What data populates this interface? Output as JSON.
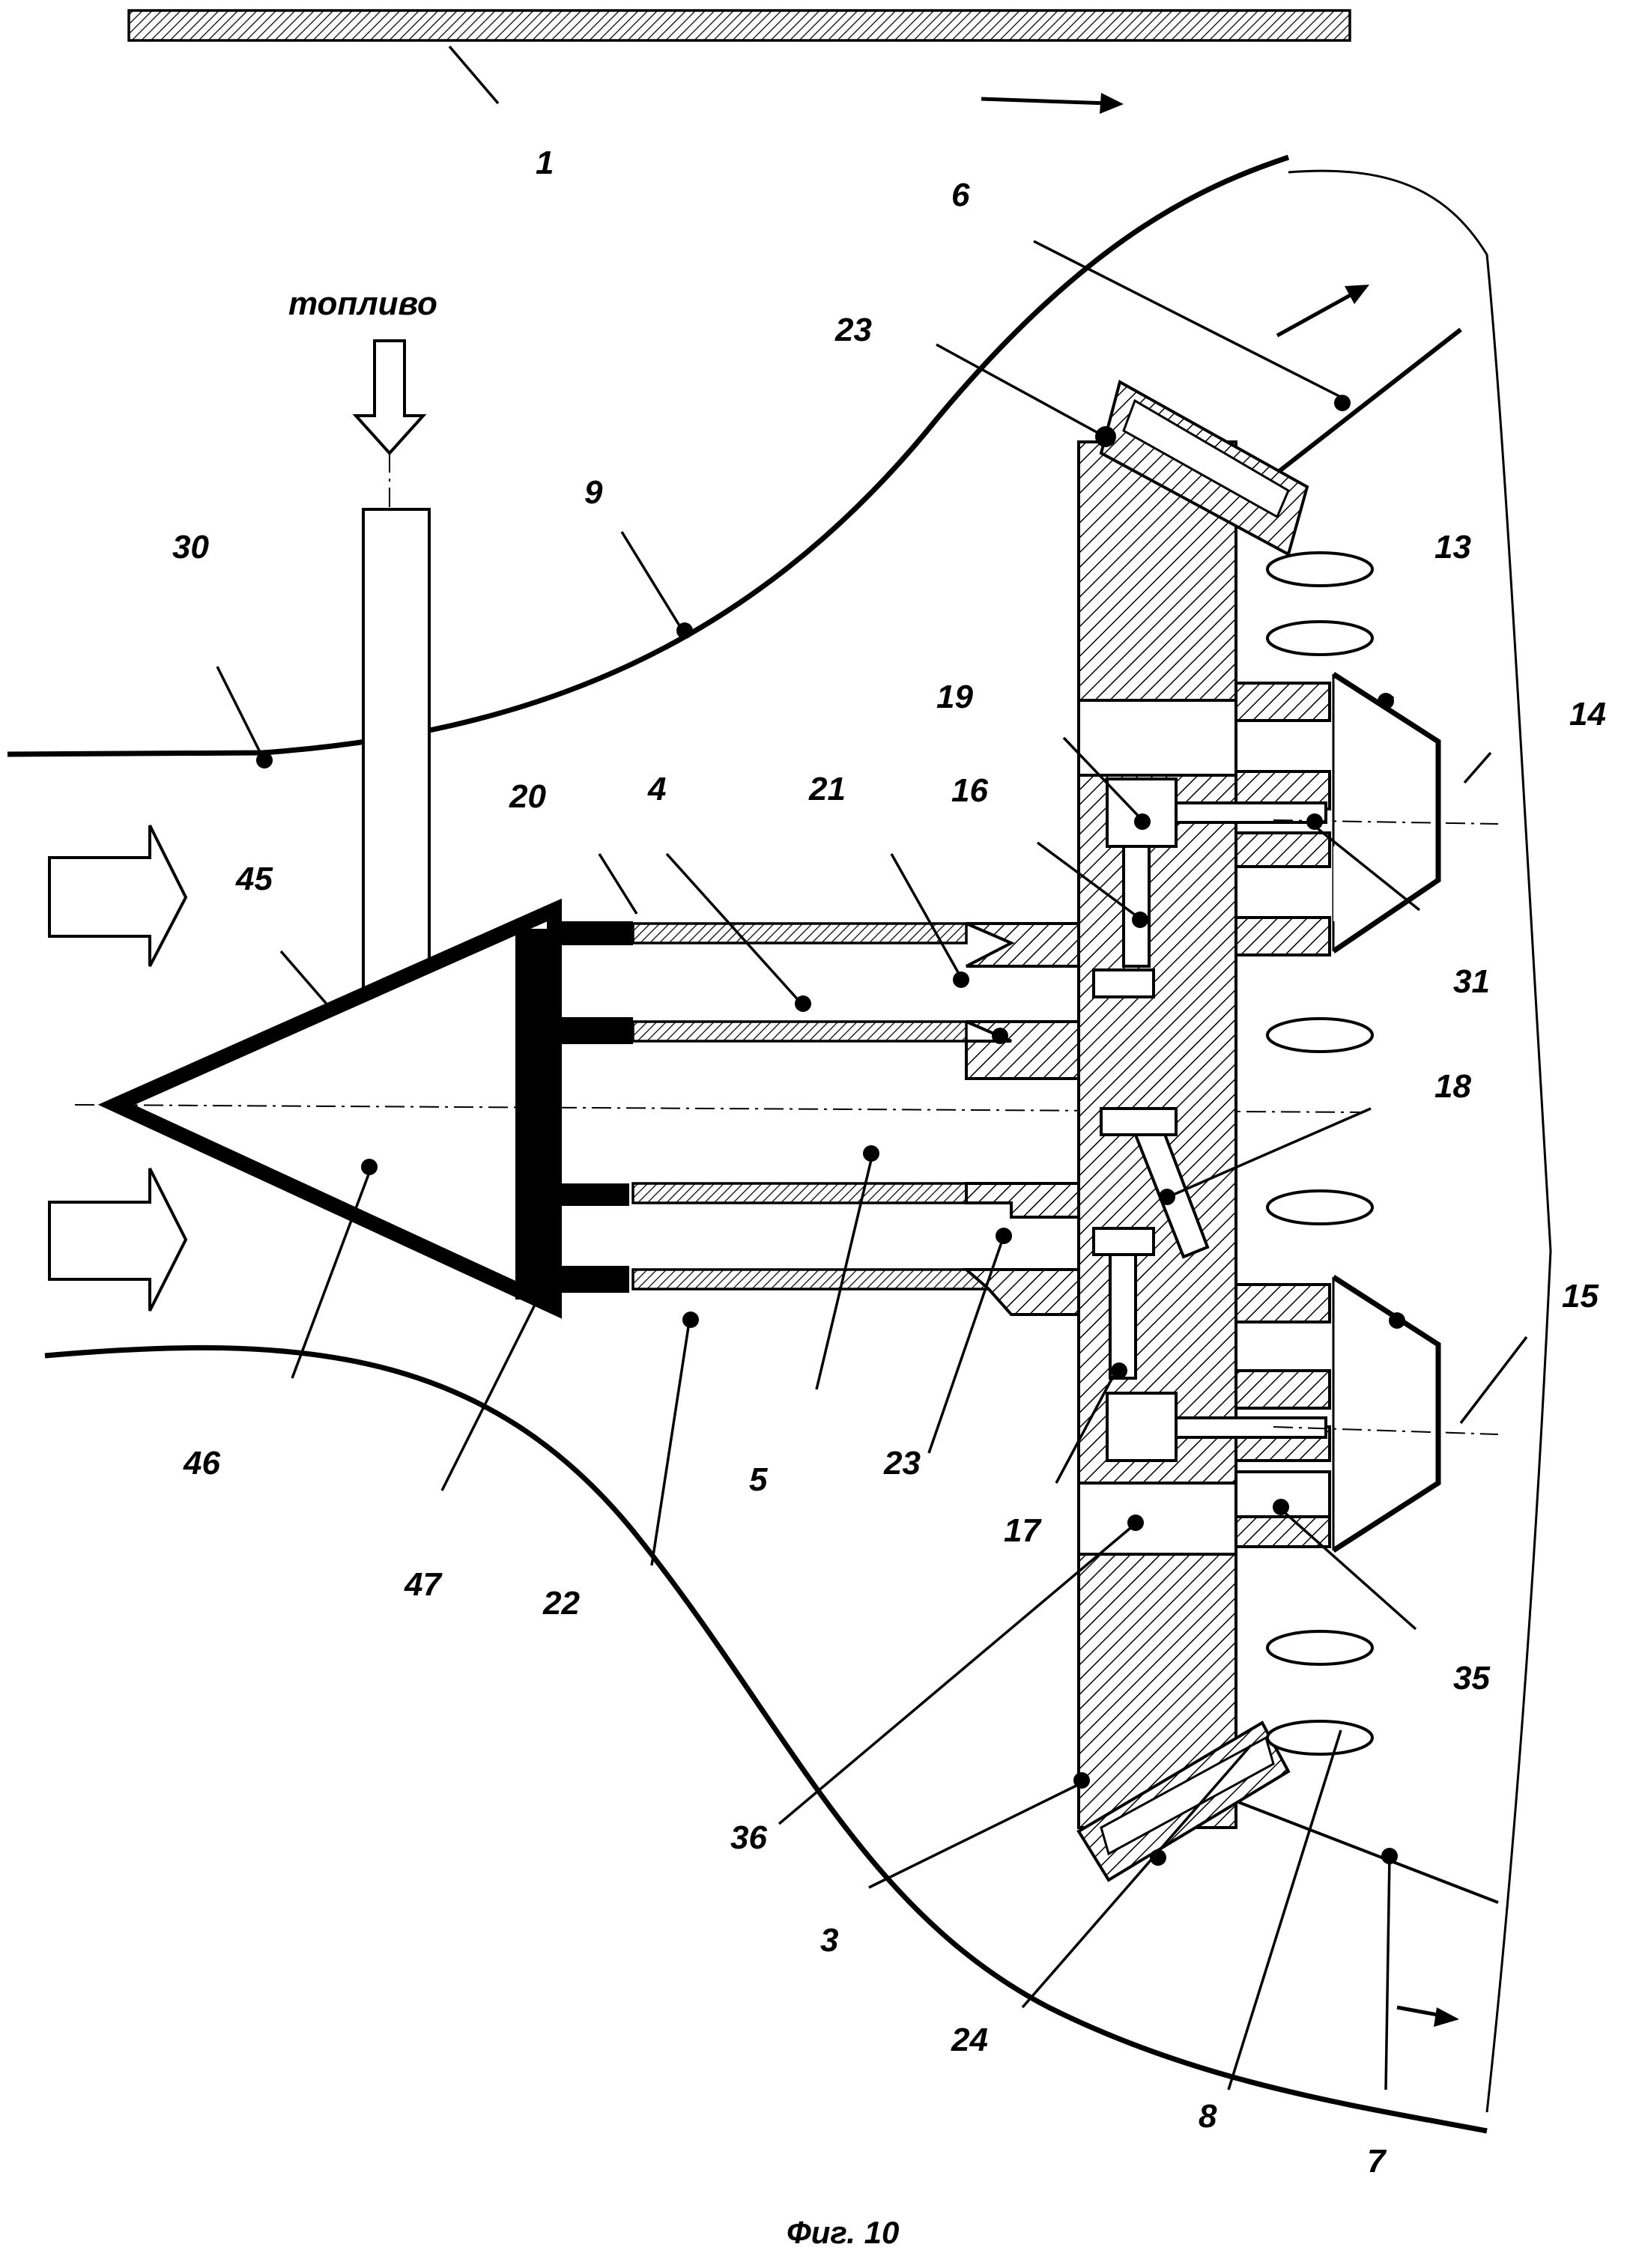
{
  "figure": {
    "caption": "Фиг. 10",
    "fuel_label": "топливо"
  },
  "labels": [
    "1",
    "6",
    "23",
    "9",
    "30",
    "13",
    "14",
    "19",
    "16",
    "20",
    "4",
    "21",
    "45",
    "31",
    "18",
    "15",
    "46",
    "5",
    "23",
    "17",
    "47",
    "22",
    "35",
    "36",
    "3",
    "24",
    "8",
    "7"
  ],
  "colors": {
    "ink": "#000000",
    "paper": "#ffffff"
  },
  "icons": [
    "flow-arrow-icon",
    "fuel-inlet-arrow-icon"
  ]
}
